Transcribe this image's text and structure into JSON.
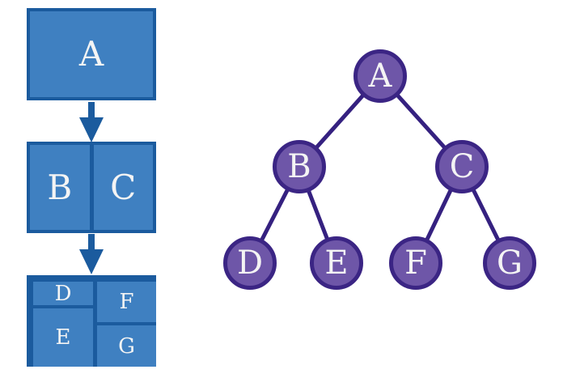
{
  "flowchart": {
    "box_a": "A",
    "box_b": "B",
    "box_c": "C",
    "box_d": "D",
    "box_e": "E",
    "box_f": "F",
    "box_g": "G"
  },
  "tree": {
    "nodes": [
      {
        "id": "A",
        "label": "A"
      },
      {
        "id": "B",
        "label": "B"
      },
      {
        "id": "C",
        "label": "C"
      },
      {
        "id": "D",
        "label": "D"
      },
      {
        "id": "E",
        "label": "E"
      },
      {
        "id": "F",
        "label": "F"
      },
      {
        "id": "G",
        "label": "G"
      }
    ],
    "edges": [
      [
        "A",
        "B"
      ],
      [
        "A",
        "C"
      ],
      [
        "B",
        "D"
      ],
      [
        "B",
        "E"
      ],
      [
        "C",
        "F"
      ],
      [
        "C",
        "G"
      ]
    ]
  },
  "colors": {
    "blue_fill": "#3F80C1",
    "blue_border": "#1B5B9E",
    "purple_fill": "#6E56A8",
    "purple_border": "#3B2584",
    "edge_line": "#352180",
    "label_text": "#F4F4F4"
  }
}
